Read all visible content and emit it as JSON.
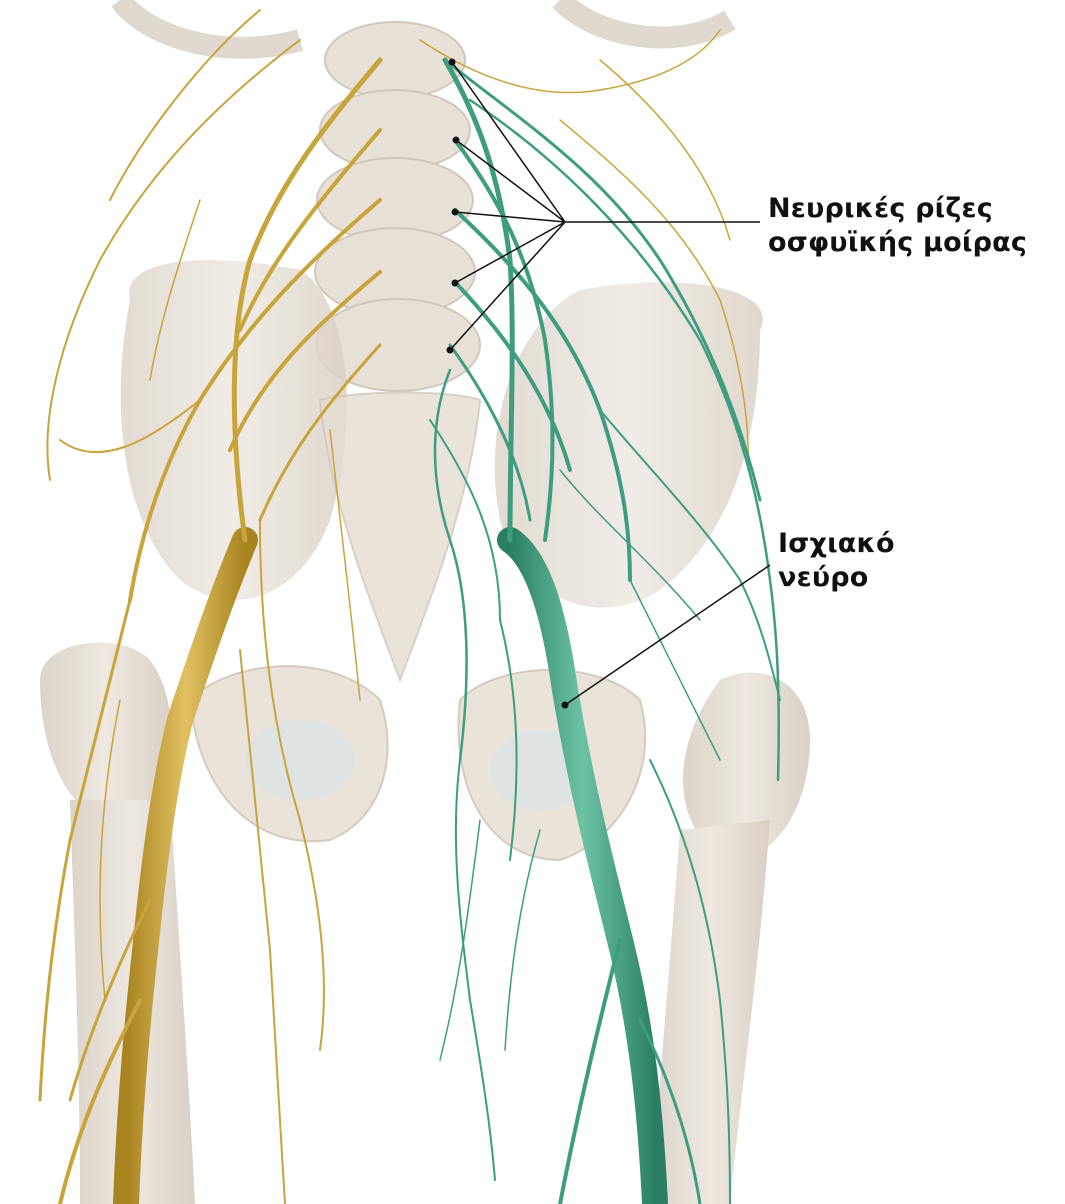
{
  "labels": {
    "lumbar_roots": {
      "line1": "Νευρικές ρίζες",
      "line2": "οσφυϊκής μοίρας"
    },
    "sciatic_nerve": {
      "line1": "Ισχιακό",
      "line2": "νεύρο"
    }
  },
  "colors": {
    "background": "#ffffff",
    "bone": "#e8e1d8",
    "bone_shadow": "#cfc5b8",
    "nerve_left": "#c9a43a",
    "nerve_right": "#3f9d7f",
    "leader_line": "#111111",
    "label_text": "#111111"
  }
}
